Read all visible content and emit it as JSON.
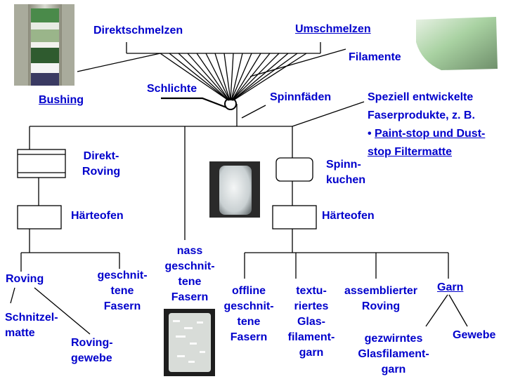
{
  "labels": {
    "direktschmelzen": "Direktschmelzen",
    "umschmelzen": "Umschmelzen",
    "filamente": "Filamente",
    "bushing": "Bushing",
    "schlichte": "Schlichte",
    "spinnfaeden": "Spinnfäden",
    "speziell": [
      "Speziell entwickelte",
      "Faserprodukte, z. B."
    ],
    "paint_bullet": "• ",
    "paint_link": [
      "Paint-stop und Dust-",
      "stop Filtermatte"
    ],
    "direkt_roving": [
      "Direkt-",
      "Roving"
    ],
    "spinnkuchen": [
      "Spinn-",
      "kuchen"
    ],
    "haerteofen_left": "Härteofen",
    "haerteofen_right": "Härteofen",
    "roving": "Roving",
    "geschnittene_fasern": [
      "geschnit-",
      "tene",
      "Fasern"
    ],
    "nass_geschnittene": [
      "nass",
      "geschnit-",
      "tene",
      "Fasern"
    ],
    "schnitzelmatte": [
      "Schnitzel-",
      "matte"
    ],
    "rovinggewebe": [
      "Roving-",
      "gewebe"
    ],
    "offline": [
      "offline",
      "geschnit-",
      "tene",
      "Fasern"
    ],
    "texturiertes": [
      "textu-",
      "riertes",
      "Glas-",
      "filament-",
      "garn"
    ],
    "assemblierter": [
      "assemblierter",
      "Roving"
    ],
    "garn": "Garn",
    "gezwirntes": [
      "gezwirntes",
      "Glasfilament-",
      "garn"
    ],
    "gewebe": "Gewebe"
  },
  "colors": {
    "text": "#0000cc",
    "line": "#000000"
  },
  "icons": {
    "bushing_photo": "glass-bead-column-photo",
    "filament_photo": "glass-filament-photo",
    "spool_photo": "yarn-spool-photo",
    "chopped_photo": "chopped-fiber-bag-photo"
  }
}
